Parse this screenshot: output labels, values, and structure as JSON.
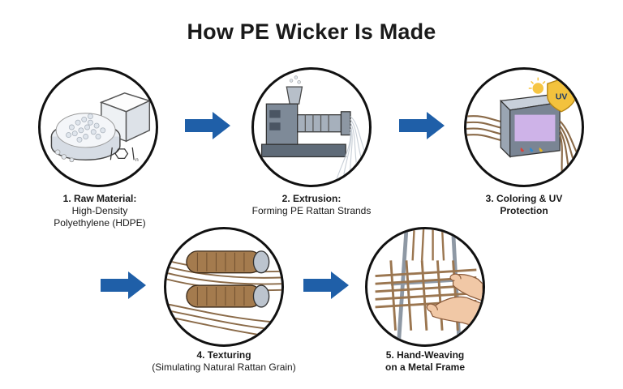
{
  "title": "How PE Wicker Is Made",
  "steps": [
    {
      "heading": "1. Raw Material:",
      "subtitle_lines": [
        "High-Density",
        "Polyethylene (HDPE)"
      ]
    },
    {
      "heading": "2. Extrusion:",
      "subtitle_lines": [
        "Forming PE Rattan Strands"
      ]
    },
    {
      "heading_lines": [
        "3. Coloring & UV",
        "Protection"
      ]
    },
    {
      "heading": "4. Texturing",
      "subtitle_lines": [
        "(Simulating Natural Rattan Grain)"
      ]
    },
    {
      "heading_lines": [
        "5. Hand-Weaving",
        "on a Metal Frame"
      ]
    }
  ],
  "badge": {
    "uv_text": "UV"
  },
  "chemistry": {
    "subscript": "n"
  },
  "colors": {
    "arrow": "#1f5fa8",
    "outline": "#111111",
    "strand": "#8a6a48"
  },
  "icons": [
    "right-arrow-icon",
    "pellets-icon",
    "extruder-icon",
    "uv-shield-icon",
    "sun-icon",
    "rollers-icon",
    "hands-icon"
  ]
}
